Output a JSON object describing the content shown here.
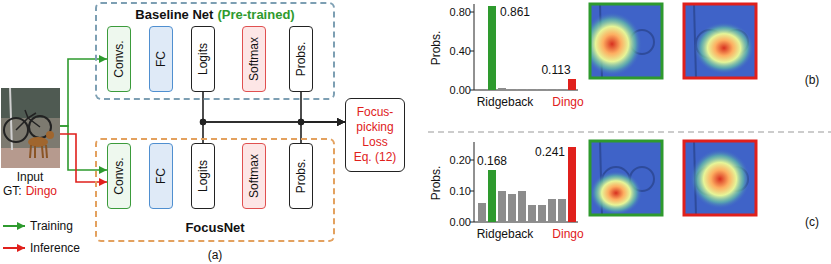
{
  "diagram": {
    "nodes": [
      {
        "text": [
          "Input",
          "GT:",
          "Dingo"
        ]
      },
      {
        "text": [
          "Baseline Net",
          "(Pre-trained)"
        ]
      },
      {
        "text": [
          "Convs."
        ],
        "in": 1
      },
      {
        "text": [
          "FC"
        ],
        "in": 1
      },
      {
        "text": [
          "Logits"
        ],
        "in": 1
      },
      {
        "text": [
          "Softmax"
        ],
        "in": 1
      },
      {
        "text": [
          "Probs."
        ],
        "in": 1
      },
      {
        "text": [
          "FocusNet"
        ]
      },
      {
        "text": [
          "Convs."
        ],
        "in": 7
      },
      {
        "text": [
          "FC"
        ],
        "in": 7
      },
      {
        "text": [
          "Logits"
        ],
        "in": 7
      },
      {
        "text": [
          "Softmax"
        ],
        "in": 7
      },
      {
        "text": [
          "Probs."
        ],
        "in": 7
      },
      {
        "text": [
          "Focus-picking Loss Eq. (12)"
        ]
      }
    ],
    "edges": [
      {
        "from": 0,
        "to": 2,
        "arrow": "to"
      },
      {
        "from": 0,
        "to": 8,
        "arrow": "to"
      },
      {
        "from": 0,
        "to": 8,
        "arrow": "to"
      },
      {
        "from": 4,
        "to": 13,
        "arrow": "to"
      },
      {
        "from": 10,
        "to": 13,
        "arrow": "to"
      },
      {
        "from": 6,
        "to": 13,
        "arrow": "to"
      },
      {
        "from": 12,
        "to": 13,
        "arrow": "to"
      }
    ],
    "labels": [
      "(a)",
      "Probs.",
      "0.80",
      "0.40",
      "0.00",
      "0.861",
      "0.113",
      "Ridgeback",
      "Dingo",
      "(b)",
      "Probs.",
      "0.20",
      "0.10",
      "0.00",
      "0.168",
      "0.241",
      "Ridgeback",
      "Dingo",
      "(c)"
    ],
    "legend": [
      {
        "text": "Training"
      },
      {
        "text": "Inference"
      }
    ]
  }
}
